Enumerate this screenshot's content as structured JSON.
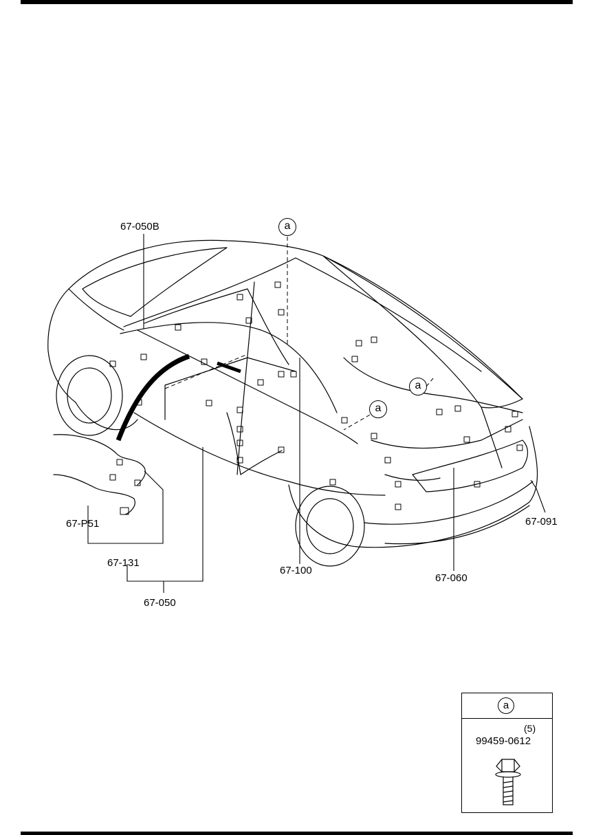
{
  "callouts": {
    "c_67_050B": "67-050B",
    "c_67_P51": "67-P51",
    "c_67_131": "67-131",
    "c_67_050": "67-050",
    "c_67_100": "67-100",
    "c_67_060": "67-060",
    "c_67_091": "67-091"
  },
  "ref_marker": "a",
  "fastener": {
    "marker": "a",
    "quantity": "(5)",
    "part_number": "99459-0612"
  }
}
